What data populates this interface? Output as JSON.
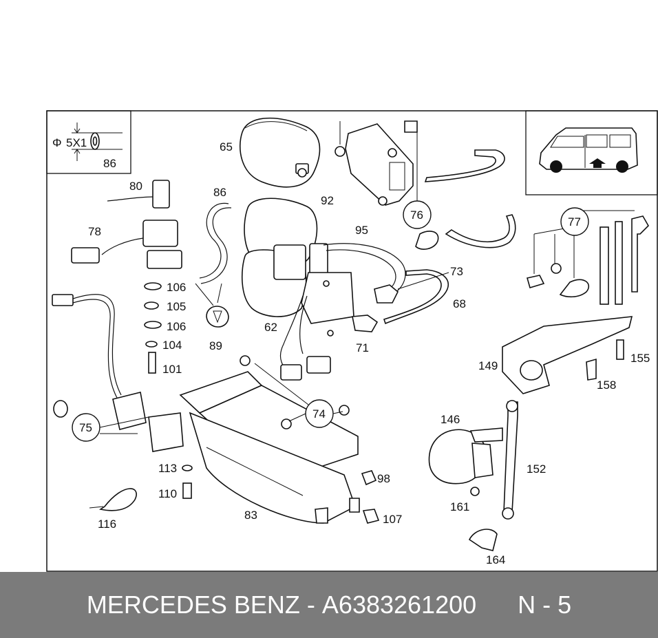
{
  "footer": {
    "brand": "MERCEDES BENZ",
    "separator": "-",
    "part_number": "A6383261200",
    "page": "N - 5"
  },
  "inset": {
    "diameter_symbol": "Φ",
    "tube_size": "5X1",
    "tube_label": "86"
  },
  "part_labels": {
    "p65": "65",
    "p92": "92",
    "p95": "95",
    "p76": "76",
    "p77": "77",
    "p80": "80",
    "p78": "78",
    "p86": "86",
    "p106a": "106",
    "p105": "105",
    "p106b": "106",
    "p104": "104",
    "p101": "101",
    "p89": "89",
    "p62": "62",
    "p73": "73",
    "p68": "68",
    "p71": "71",
    "p155": "155",
    "p149": "149",
    "p158": "158",
    "p74": "74",
    "p75": "75",
    "p146": "146",
    "p152": "152",
    "p113": "113",
    "p110": "110",
    "p98": "98",
    "p83": "83",
    "p107": "107",
    "p116": "116",
    "p161": "161",
    "p164": "164"
  },
  "colors": {
    "line": "#111111",
    "background": "#ffffff",
    "footer_bg": "#7b7b7b",
    "footer_text": "#ffffff"
  }
}
